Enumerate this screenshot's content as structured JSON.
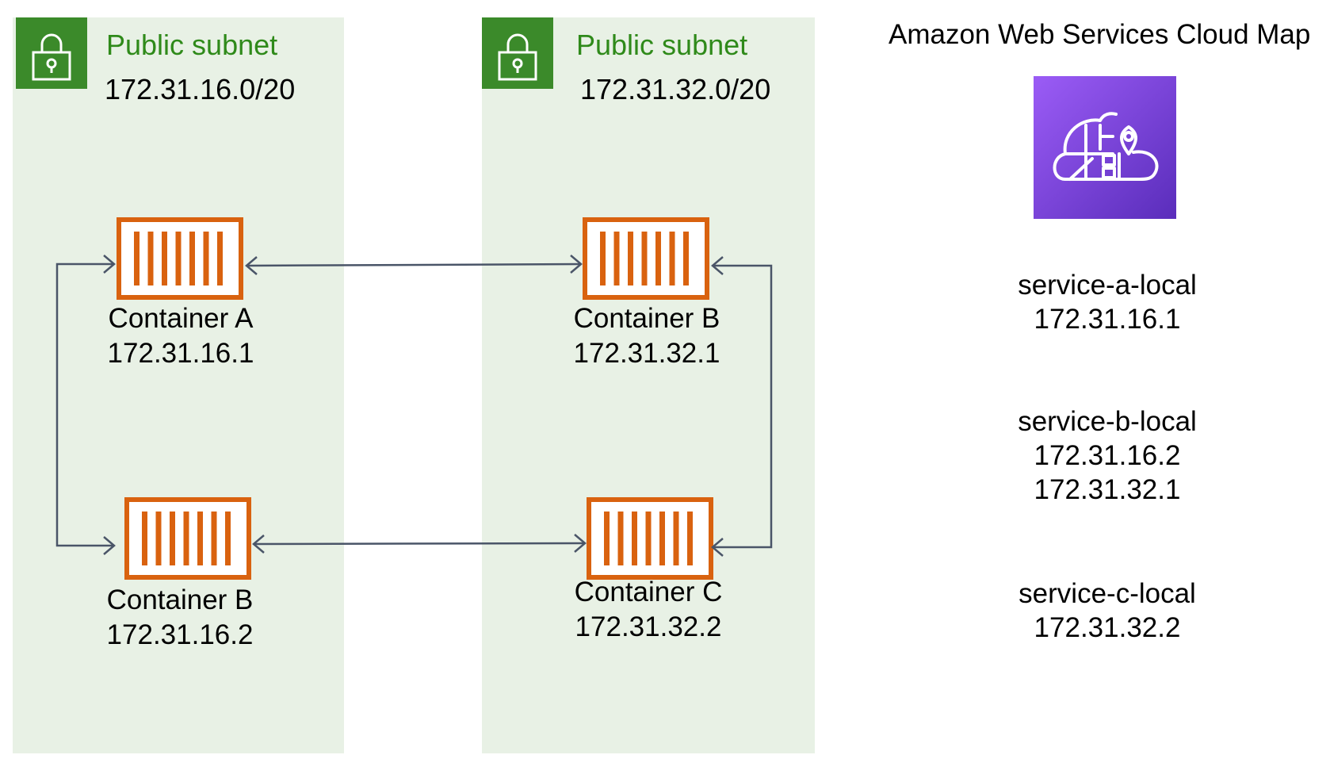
{
  "subnets": [
    {
      "title": "Public subnet",
      "cidr": "172.31.16.0/20",
      "icon": "lock-icon"
    },
    {
      "title": "Public subnet",
      "cidr": "172.31.32.0/20",
      "icon": "lock-icon"
    }
  ],
  "containers": {
    "a": {
      "name": "Container A",
      "ip": "172.31.16.1",
      "icon": "container-icon"
    },
    "b1": {
      "name": "Container B",
      "ip": "172.31.32.1",
      "icon": "container-icon"
    },
    "b2": {
      "name": "Container B",
      "ip": "172.31.16.2",
      "icon": "container-icon"
    },
    "c": {
      "name": "Container C",
      "ip": "172.31.32.2",
      "icon": "container-icon"
    }
  },
  "cloud_map": {
    "title": "Amazon Web Services Cloud Map",
    "icon": "cloud-map-icon",
    "services": [
      {
        "name": "service-a-local",
        "ips": [
          "172.31.16.1"
        ]
      },
      {
        "name": "service-b-local",
        "ips": [
          "172.31.16.2",
          "172.31.32.1"
        ]
      },
      {
        "name": "service-c-local",
        "ips": [
          "172.31.32.2"
        ]
      }
    ]
  },
  "colors": {
    "subnet_bg": "#e8f1e5",
    "subnet_accent": "#3b8a2a",
    "container": "#d9620f",
    "arrow": "#4a5568",
    "cloud_map_gradient_top": "#9b5cf6",
    "cloud_map_gradient_bottom": "#5a2dbb"
  }
}
